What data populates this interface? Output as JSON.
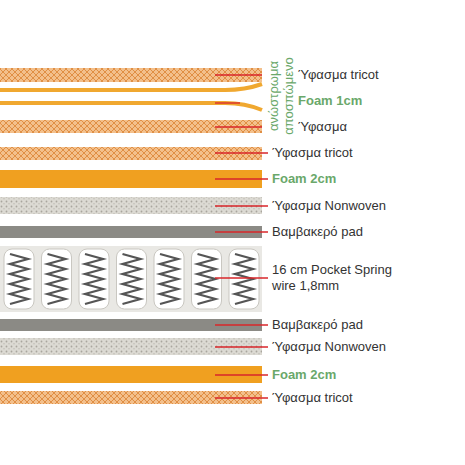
{
  "diagram": {
    "labels": [
      "ανώστρωμα αποσπώμενο",
      "Ύφασμα tricot",
      "Foam 1cm",
      "Ύφασμα",
      "Ύφασμα tricot",
      "Foam 2cm",
      "Ύφασμα Nonwoven",
      "Βαμβακερό pad",
      "16 cm Pocket Spring wire 1,8mm",
      "Βαμβακερό pad",
      "Ύφασμα Nonwoven",
      "Foam 2cm",
      "Ύφασμα tricot"
    ]
  }
}
